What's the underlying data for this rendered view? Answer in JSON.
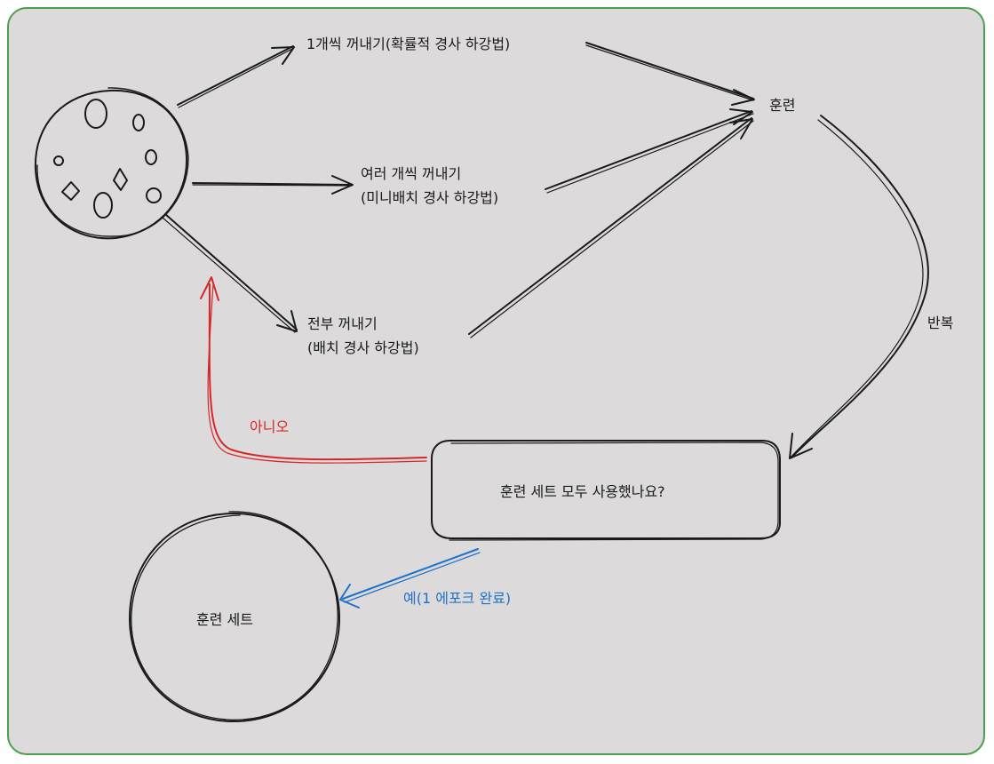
{
  "labels": {
    "one_at_a_time": "1개씩 꺼내기(확률적 경사 하강법)",
    "several_line1": "여러 개씩 꺼내기",
    "several_line2": "(미니배치 경사 하강법)",
    "all_line1": "전부 꺼내기",
    "all_line2": "(배치 경사 하강법)",
    "train": "훈련",
    "repeat": "반복",
    "question": "훈련 세트 모두 사용했나요?",
    "no": "아니오",
    "yes": "예(1 에포크 완료)",
    "training_set": "훈련 세트"
  },
  "colors": {
    "background": "#dcdadb",
    "frame_border": "#4aa04c",
    "ink": "#1a1a1a",
    "no_arrow": "#d62828",
    "yes_arrow": "#1f72c7"
  }
}
